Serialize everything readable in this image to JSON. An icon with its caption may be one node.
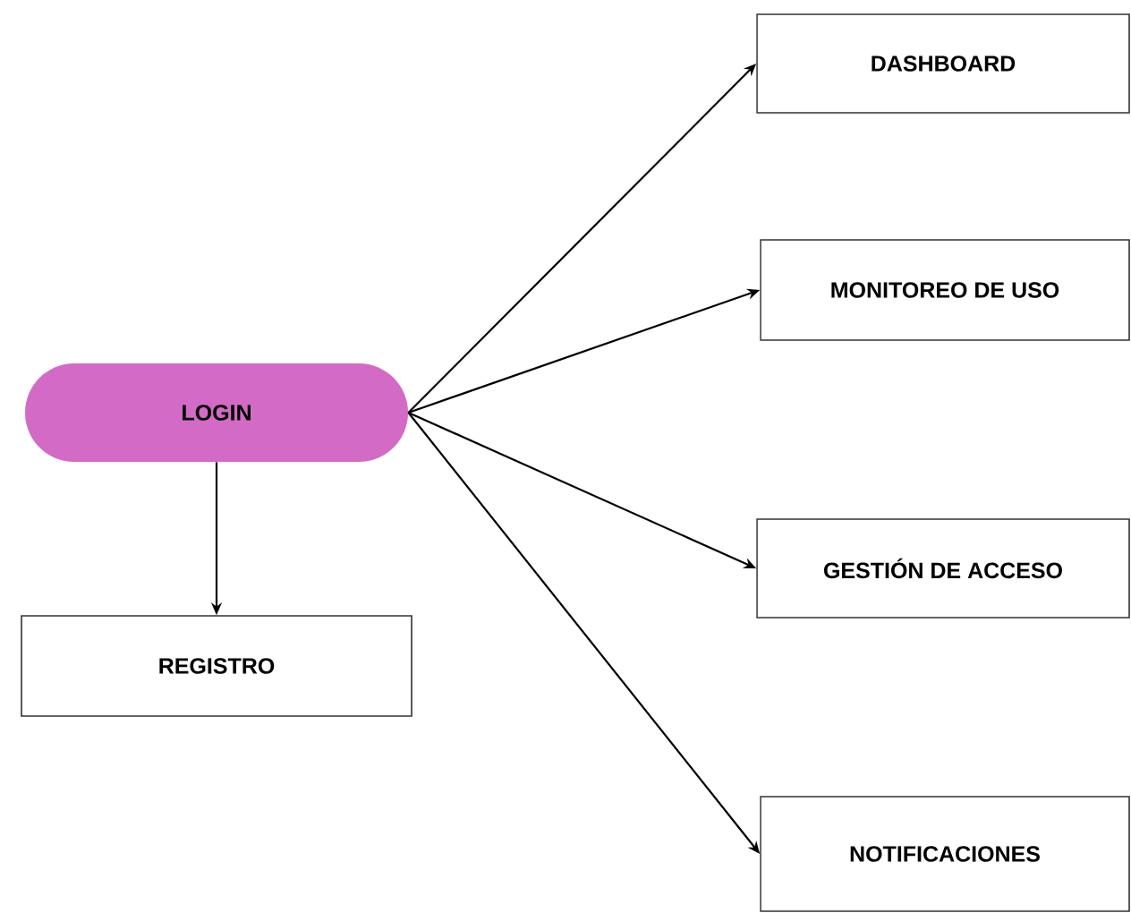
{
  "diagram": {
    "nodes": [
      {
        "text": [
          "LOGIN"
        ]
      },
      {
        "text": [
          "REGISTRO"
        ]
      },
      {
        "text": [
          "DASHBOARD"
        ]
      },
      {
        "text": [
          "MONITOREO DE USO"
        ]
      },
      {
        "text": [
          "GESTIÓN DE ACCESO"
        ]
      },
      {
        "text": [
          "NOTIFICACIONES"
        ]
      }
    ],
    "edges": [
      {
        "from": 0,
        "to": 1,
        "arrow": "to"
      },
      {
        "from": 0,
        "to": 2,
        "arrow": "to"
      },
      {
        "from": 0,
        "to": 3,
        "arrow": "to"
      },
      {
        "from": 0,
        "to": 4,
        "arrow": "to"
      },
      {
        "from": 0,
        "to": 5,
        "arrow": "to"
      }
    ]
  }
}
